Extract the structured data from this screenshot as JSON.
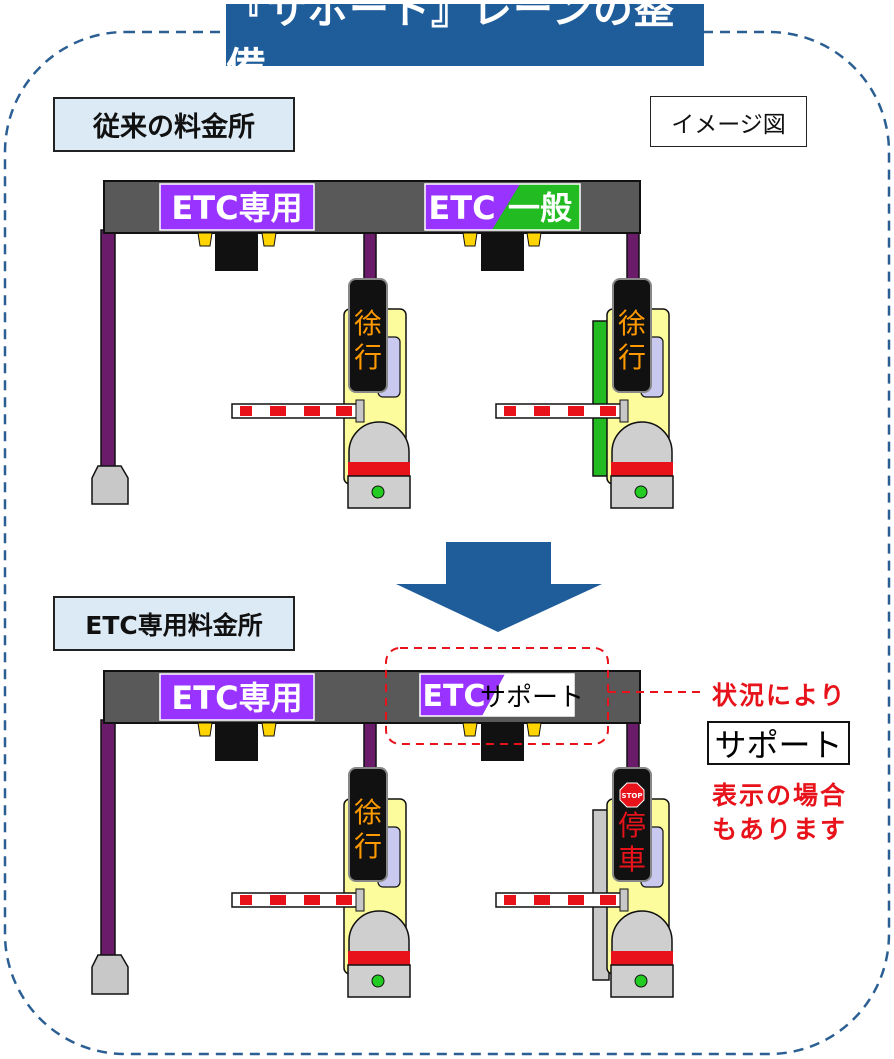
{
  "title": "『サポート』レーンの整備",
  "image_label": "イメージ図",
  "before": {
    "heading": "従来の料金所",
    "sign_left": "ETC専用",
    "sign_right_etc": "ETC",
    "sign_right_general": "一般",
    "display_1": [
      "徐",
      "行"
    ],
    "display_2": [
      "徐",
      "行"
    ]
  },
  "after": {
    "heading": "ETC専用料金所",
    "sign_left": "ETC専用",
    "sign_right_etc": "ETC",
    "sign_right_support": "サポート",
    "display_1": [
      "徐",
      "行"
    ],
    "display_2": [
      "停",
      "車"
    ],
    "stop_icon_text": "STOP"
  },
  "note": {
    "condition": "状況により",
    "support_label": "サポート",
    "line1": "表示の場合",
    "line2": "もあります"
  },
  "colors": {
    "title_bg": "#1f5d9a",
    "label_bg": "#dceaf6",
    "sign_purple": "#9933ff",
    "sign_green": "#22bb22",
    "canopy": "#595959",
    "pillar": "#6a1b6a",
    "amber_text": "#ff9900",
    "alert_red": "#e8121a",
    "booth_yellow": "#fcfc9c"
  }
}
